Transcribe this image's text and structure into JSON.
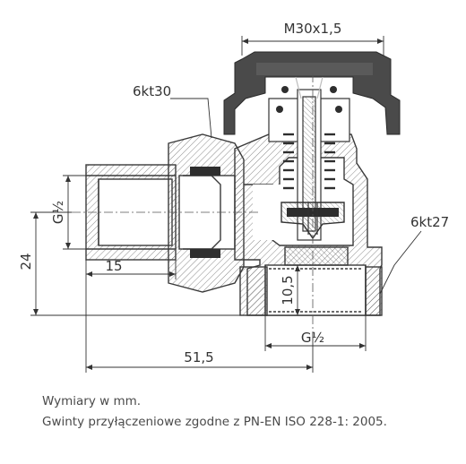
{
  "dimensions": {
    "top_thread": "M30x1,5",
    "hex_left": "6kt30",
    "hex_right": "6kt27",
    "inlet_thread": "G½",
    "outlet_thread": "G½",
    "height_offset": "24",
    "inlet_length": "15",
    "outlet_length": "10,5",
    "total_length": "51,5"
  },
  "notes": {
    "units": "Wymiary w mm.",
    "standard": "Gwinty przyłączeniowe zgodne z PN-EN ISO 228-1: 2005."
  },
  "colors": {
    "line": "#3a3a3a",
    "cap": "#4a4a4a",
    "seal": "#2e2e2e"
  }
}
